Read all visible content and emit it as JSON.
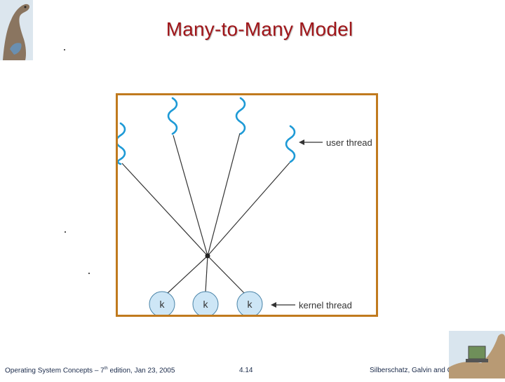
{
  "slide": {
    "title": "Many-to-Many Model"
  },
  "diagram": {
    "user_thread_label": "user thread",
    "kernel_thread_label": "kernel thread",
    "kernel_nodes": [
      "k",
      "k",
      "k"
    ],
    "colors": {
      "frame": "#c07a1e",
      "wave": "#1e9ad6",
      "node_fill": "#cde6f6",
      "line": "#333333"
    }
  },
  "footer": {
    "left_pre": "Operating System Concepts – 7",
    "left_sup": "th",
    "left_post": " edition, Jan 23, 2005",
    "page": "4.14",
    "right": "Silberschatz, Galvin and Gagne ©2005"
  }
}
